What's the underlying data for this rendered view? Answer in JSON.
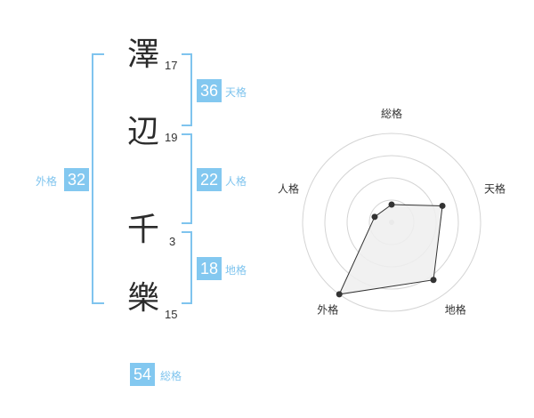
{
  "name": {
    "chars": [
      {
        "char": "澤",
        "strokes": "17"
      },
      {
        "char": "辺",
        "strokes": "19"
      },
      {
        "char": "千",
        "strokes": "3"
      },
      {
        "char": "樂",
        "strokes": "15"
      }
    ]
  },
  "fortune": {
    "tenkaku": {
      "value": "36",
      "label": "天格"
    },
    "jinkaku": {
      "value": "22",
      "label": "人格"
    },
    "chikaku": {
      "value": "18",
      "label": "地格"
    },
    "gaikaku": {
      "value": "32",
      "label": "外格"
    },
    "soukaku": {
      "value": "54",
      "label": "総格"
    }
  },
  "colors": {
    "accent": "#83c8f0",
    "bracket": "#7fc4ee",
    "text": "#2b2b2b",
    "radar_fill": "#eeeeee",
    "radar_ring": "#d4d4d4"
  },
  "chart_data": {
    "type": "radar",
    "axes": [
      "総格",
      "天格",
      "地格",
      "外格",
      "人格"
    ],
    "values": [
      1,
      3,
      4,
      5,
      1
    ],
    "max": 5,
    "rings": 4
  }
}
